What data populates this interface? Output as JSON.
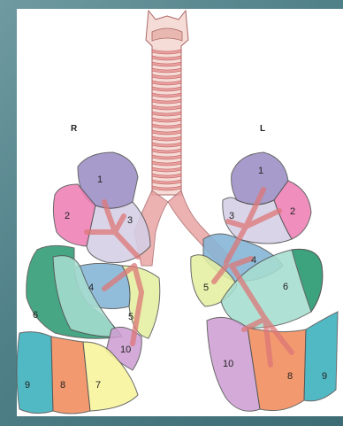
{
  "side_labels": {
    "right": "R",
    "left": "L"
  },
  "segment_labels": {
    "right_1": "1",
    "right_2": "2",
    "right_3": "3",
    "right_4": "4",
    "right_5": "5",
    "right_6": "6",
    "right_7": "7",
    "right_8": "8",
    "right_9": "9",
    "right_10": "10",
    "left_1": "1",
    "left_2": "2",
    "left_3": "3",
    "left_4": "4",
    "left_5": "5",
    "left_6": "6",
    "left_8": "8",
    "left_9": "9",
    "left_10": "10"
  },
  "colors": {
    "apical": "#9b8ec4",
    "posterior": "#ee7fb6",
    "anterior": "#d5cfe6",
    "medial_lateral": "#84b5d6",
    "lingula_inferior": "#e4f0a0",
    "superior_lower": "#a6ddd0",
    "superior_dark": "#2e9a73",
    "anterior_basal": "#f9f49a",
    "lateral_basal": "#f28c5c",
    "posterior_basal": "#3ab0bd",
    "medial_basal": "#cf9fd3",
    "airway": "#e8a0a0",
    "cartilage": "#f6dcd6"
  }
}
